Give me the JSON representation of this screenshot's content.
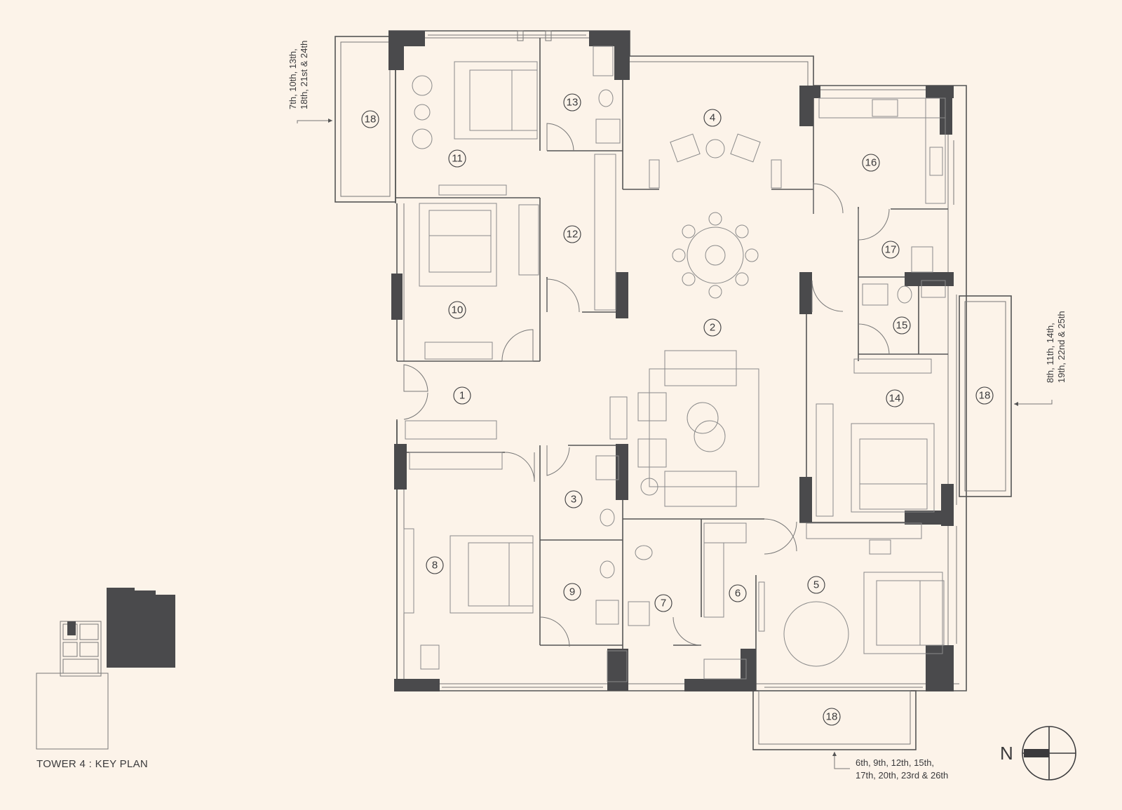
{
  "floor_notes": {
    "left_balcony": [
      "7th, 10th, 13th,",
      "18th, 21st & 24th"
    ],
    "right_balcony": [
      "8th, 11th, 14th,",
      "19th, 22nd & 25th"
    ],
    "bottom_balcony": [
      "6th, 9th, 12th, 15th,",
      "17th, 20th, 23rd & 26th"
    ]
  },
  "key_plan": {
    "title": "TOWER 4 : KEY PLAN"
  },
  "compass": {
    "letter": "N"
  },
  "colors": {
    "background": "#fcf3e9",
    "wall": "#4a4a4c",
    "line": "#555555"
  },
  "rooms": [
    {
      "num": "1"
    },
    {
      "num": "2"
    },
    {
      "num": "3"
    },
    {
      "num": "4"
    },
    {
      "num": "5"
    },
    {
      "num": "6"
    },
    {
      "num": "7"
    },
    {
      "num": "8"
    },
    {
      "num": "9"
    },
    {
      "num": "10"
    },
    {
      "num": "11"
    },
    {
      "num": "12"
    },
    {
      "num": "13"
    },
    {
      "num": "14"
    },
    {
      "num": "15"
    },
    {
      "num": "16"
    },
    {
      "num": "17"
    },
    {
      "num": "18"
    },
    {
      "num": "18"
    },
    {
      "num": "18"
    }
  ]
}
